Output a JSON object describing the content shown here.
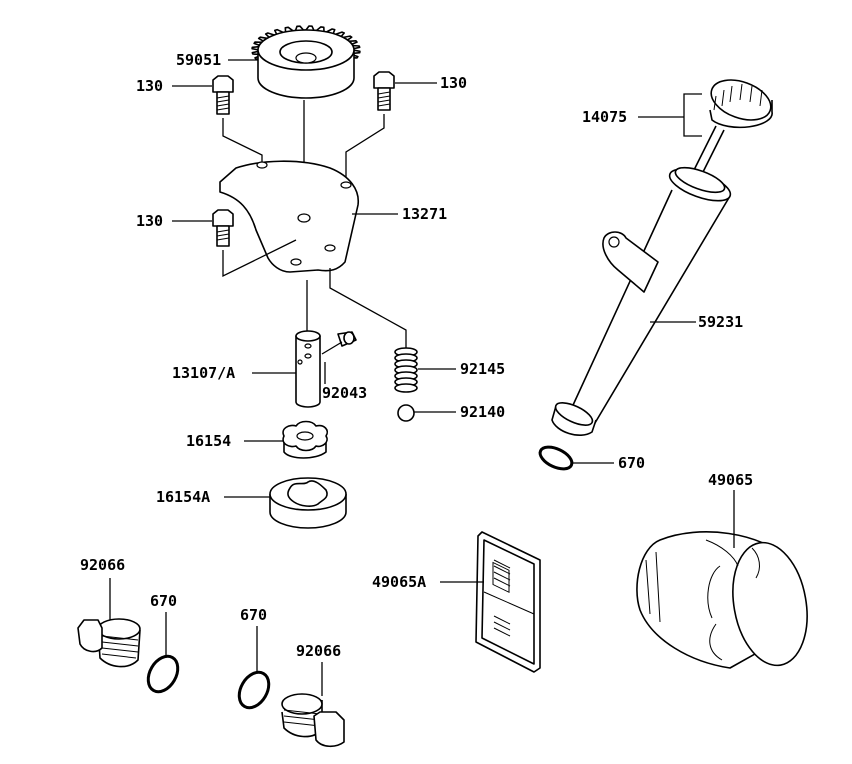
{
  "labels": {
    "p59051": "59051",
    "p130_a": "130",
    "p130_b": "130",
    "p130_c": "130",
    "p13271": "13271",
    "p13107A": "13107/A",
    "p92043": "92043",
    "p92145": "92145",
    "p92140": "92140",
    "p16154": "16154",
    "p16154A": "16154A",
    "p92066_a": "92066",
    "p670_a": "670",
    "p670_b": "670",
    "p92066_b": "92066",
    "p14075": "14075",
    "p59231": "59231",
    "p670_c": "670",
    "p49065": "49065",
    "p49065A": "49065A"
  },
  "icons": [
    "gear-icon",
    "bolt-icon",
    "plate-icon",
    "shaft-icon",
    "pin-icon",
    "spring-icon",
    "ball-icon",
    "rotor-icon",
    "drain-plug-icon",
    "o-ring-icon",
    "dipstick-cap-icon",
    "filler-tube-icon",
    "oil-filter-icon",
    "strainer-icon"
  ],
  "colors": {
    "line": "#000000",
    "background": "#ffffff"
  }
}
